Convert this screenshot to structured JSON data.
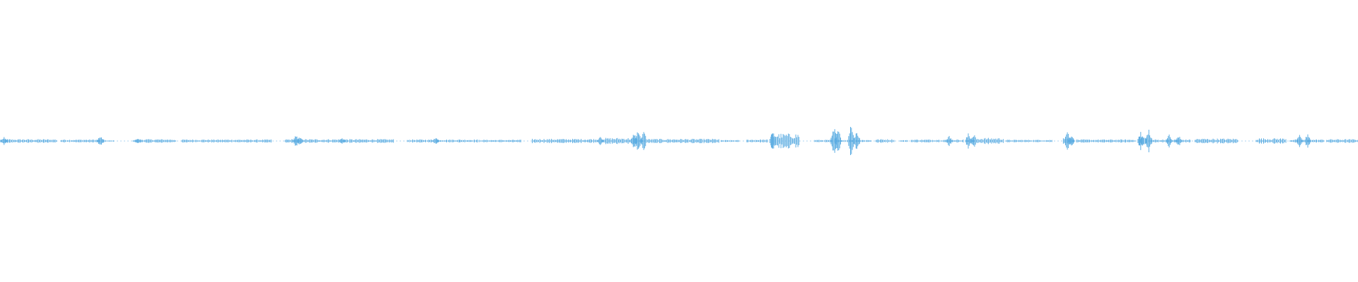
{
  "waveform": {
    "color": "#5dade2",
    "background": "#ffffff",
    "segments": [
      {
        "start": 0.0,
        "end": 0.042,
        "amp": 0.06
      },
      {
        "start": 0.045,
        "end": 0.078,
        "amp": 0.05
      },
      {
        "start": 0.079,
        "end": 0.084,
        "amp": 0.02
      },
      {
        "start": 0.098,
        "end": 0.13,
        "amp": 0.06
      },
      {
        "start": 0.134,
        "end": 0.2,
        "amp": 0.05
      },
      {
        "start": 0.21,
        "end": 0.29,
        "amp": 0.06
      },
      {
        "start": 0.3,
        "end": 0.352,
        "amp": 0.05
      },
      {
        "start": 0.353,
        "end": 0.384,
        "amp": 0.04
      },
      {
        "start": 0.392,
        "end": 0.441,
        "amp": 0.07
      },
      {
        "start": 0.443,
        "end": 0.468,
        "amp": 0.1
      },
      {
        "start": 0.47,
        "end": 0.475,
        "amp": 0.03
      },
      {
        "start": 0.477,
        "end": 0.53,
        "amp": 0.07
      },
      {
        "start": 0.531,
        "end": 0.545,
        "amp": 0.03
      },
      {
        "start": 0.55,
        "end": 0.565,
        "amp": 0.05
      },
      {
        "start": 0.568,
        "end": 0.589,
        "amp": 0.24
      },
      {
        "start": 0.6,
        "end": 0.642,
        "amp": 0.04
      },
      {
        "start": 0.645,
        "end": 0.659,
        "amp": 0.06
      },
      {
        "start": 0.663,
        "end": 0.669,
        "amp": 0.03
      },
      {
        "start": 0.671,
        "end": 0.71,
        "amp": 0.05
      },
      {
        "start": 0.712,
        "end": 0.718,
        "amp": 0.04
      },
      {
        "start": 0.72,
        "end": 0.739,
        "amp": 0.1
      },
      {
        "start": 0.741,
        "end": 0.775,
        "amp": 0.04
      },
      {
        "start": 0.783,
        "end": 0.791,
        "amp": 0.12
      },
      {
        "start": 0.793,
        "end": 0.836,
        "amp": 0.05
      },
      {
        "start": 0.838,
        "end": 0.845,
        "amp": 0.14
      },
      {
        "start": 0.846,
        "end": 0.877,
        "amp": 0.05
      },
      {
        "start": 0.88,
        "end": 0.912,
        "amp": 0.08
      },
      {
        "start": 0.925,
        "end": 0.947,
        "amp": 0.09
      },
      {
        "start": 0.95,
        "end": 0.975,
        "amp": 0.05
      },
      {
        "start": 0.977,
        "end": 1.0,
        "amp": 0.06
      }
    ],
    "spikes": [
      {
        "pos": 0.003,
        "amp": 0.18
      },
      {
        "pos": 0.074,
        "amp": 0.22
      },
      {
        "pos": 0.102,
        "amp": 0.12
      },
      {
        "pos": 0.218,
        "amp": 0.25
      },
      {
        "pos": 0.221,
        "amp": 0.19
      },
      {
        "pos": 0.252,
        "amp": 0.14
      },
      {
        "pos": 0.321,
        "amp": 0.15
      },
      {
        "pos": 0.442,
        "amp": 0.18
      },
      {
        "pos": 0.467,
        "amp": 0.35
      },
      {
        "pos": 0.47,
        "amp": 0.42
      },
      {
        "pos": 0.474,
        "amp": 0.38
      },
      {
        "pos": 0.569,
        "amp": 0.4
      },
      {
        "pos": 0.614,
        "amp": 0.6
      },
      {
        "pos": 0.617,
        "amp": 0.55
      },
      {
        "pos": 0.627,
        "amp": 0.75
      },
      {
        "pos": 0.631,
        "amp": 0.45
      },
      {
        "pos": 0.699,
        "amp": 0.2
      },
      {
        "pos": 0.713,
        "amp": 0.32
      },
      {
        "pos": 0.717,
        "amp": 0.28
      },
      {
        "pos": 0.786,
        "amp": 0.42
      },
      {
        "pos": 0.789,
        "amp": 0.25
      },
      {
        "pos": 0.84,
        "amp": 0.35
      },
      {
        "pos": 0.846,
        "amp": 0.45
      },
      {
        "pos": 0.861,
        "amp": 0.25
      },
      {
        "pos": 0.868,
        "amp": 0.2
      },
      {
        "pos": 0.957,
        "amp": 0.22
      },
      {
        "pos": 0.963,
        "amp": 0.3
      }
    ],
    "amplitude_scale": 1.0
  }
}
